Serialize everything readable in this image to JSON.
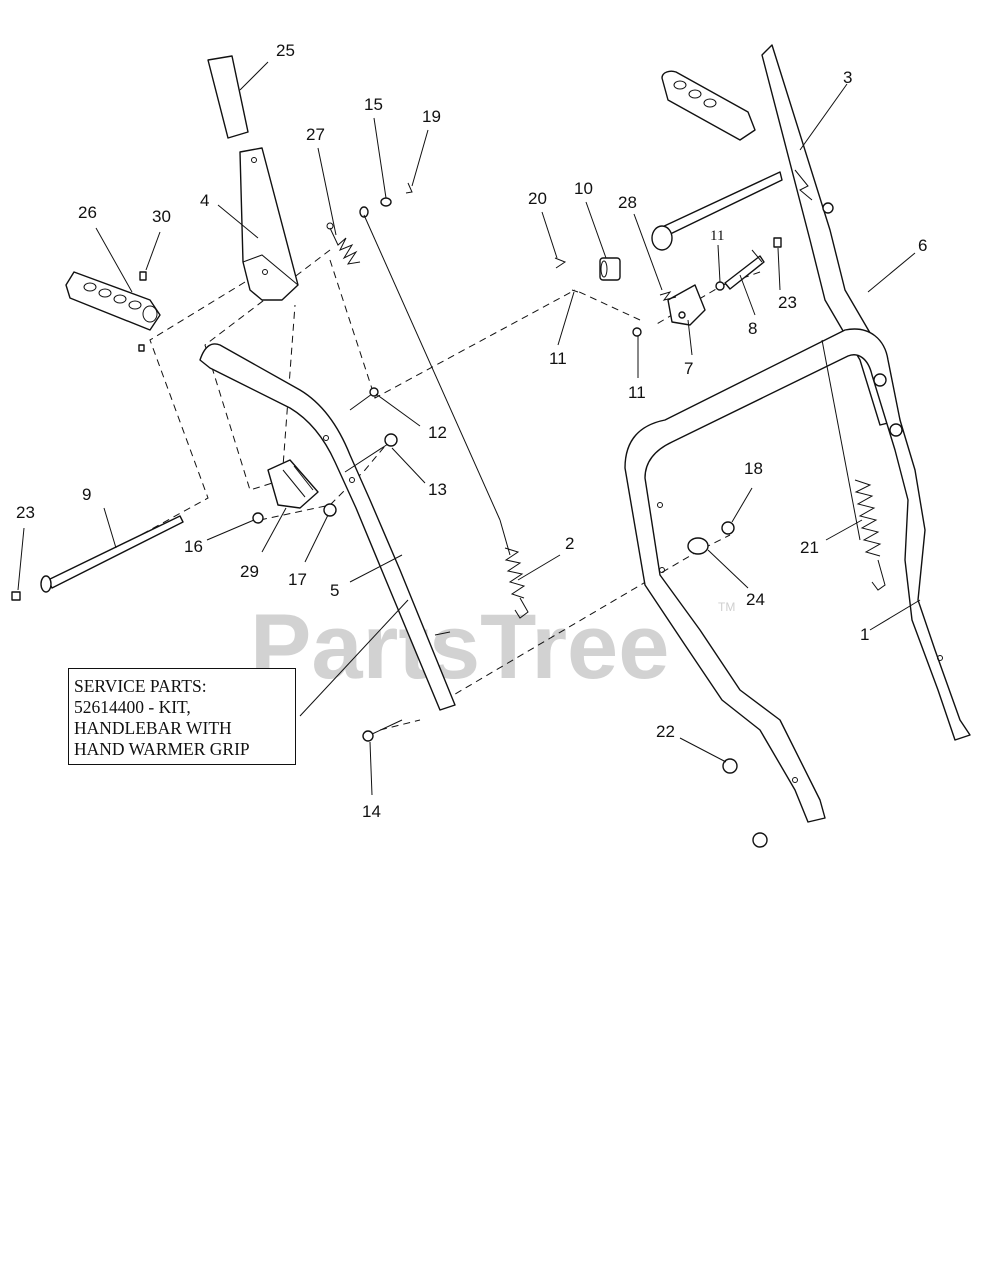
{
  "watermark": {
    "text": "PartsTree",
    "tm": "TM"
  },
  "service_parts": {
    "lines": [
      "SERVICE PARTS:",
      "52614400 - KIT,",
      "HANDLEBAR WITH",
      "HAND WARMER GRIP"
    ]
  },
  "callouts": {
    "c1": "1",
    "c2": "2",
    "c3": "3",
    "c4": "4",
    "c5": "5",
    "c6": "6",
    "c7": "7",
    "c8": "8",
    "c9": "9",
    "c10": "10",
    "c11a": "11",
    "c11b": "11",
    "c11c": "11",
    "c12": "12",
    "c13": "13",
    "c14": "14",
    "c15": "15",
    "c16": "16",
    "c17": "17",
    "c18": "18",
    "c19": "19",
    "c20": "20",
    "c21": "21",
    "c22": "22",
    "c23a": "23",
    "c23b": "23",
    "c24": "24",
    "c25": "25",
    "c26": "26",
    "c27": "27",
    "c28": "28",
    "c29": "29",
    "c30": "30"
  }
}
